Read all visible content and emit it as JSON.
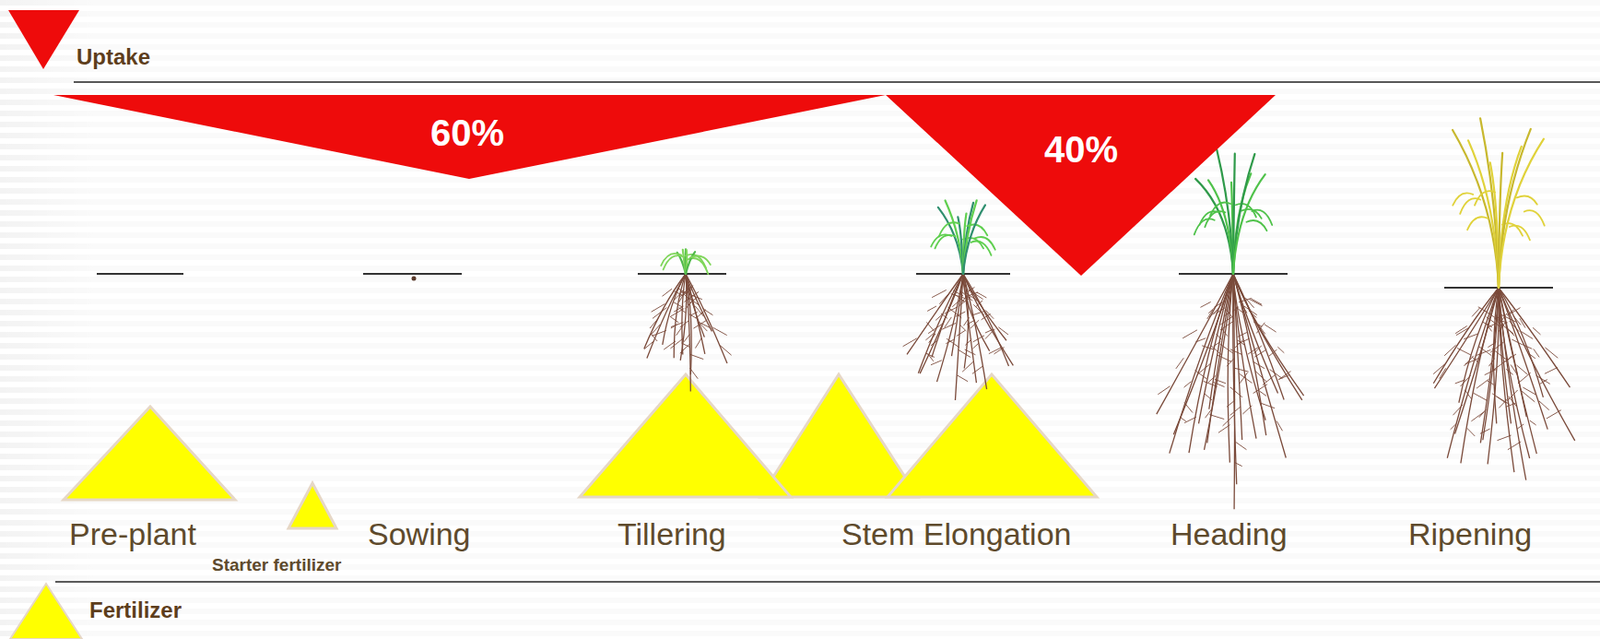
{
  "diagram": {
    "nodes": [
      {
        "text": [
          "60%"
        ]
      },
      {
        "text": [
          "40%"
        ]
      }
    ],
    "labels": [
      "Pre-plant",
      "Sowing",
      "Starter fertilizer",
      "Tillering",
      "Stem Elongation",
      "Heading",
      "Ripening"
    ],
    "legend": [
      {
        "text": "Uptake",
        "color": "#ee0b0b"
      },
      {
        "text": "Fertilizer",
        "color": "#ffff00"
      }
    ]
  }
}
